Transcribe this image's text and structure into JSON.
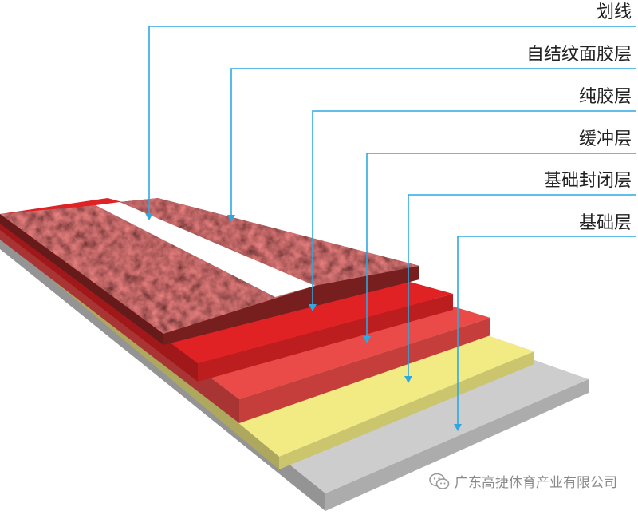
{
  "layers": [
    {
      "key": "marking",
      "label": "划线",
      "color": "#ffffff"
    },
    {
      "key": "textured",
      "label": "自结纹面胶层",
      "color": "#8e2524"
    },
    {
      "key": "pure_glue",
      "label": "纯胶层",
      "color": "#e02225"
    },
    {
      "key": "buffer",
      "label": "缓冲层",
      "color": "#ea4a48"
    },
    {
      "key": "sealing",
      "label": "基础封闭层",
      "color": "#f2ea83"
    },
    {
      "key": "base",
      "label": "基础层",
      "color": "#cdcdcd"
    }
  ],
  "colors": {
    "leader_line": "#2ea8e0"
  },
  "watermark": {
    "icon": "wechat-icon",
    "text": "广东高捷体育产业有限公司"
  }
}
